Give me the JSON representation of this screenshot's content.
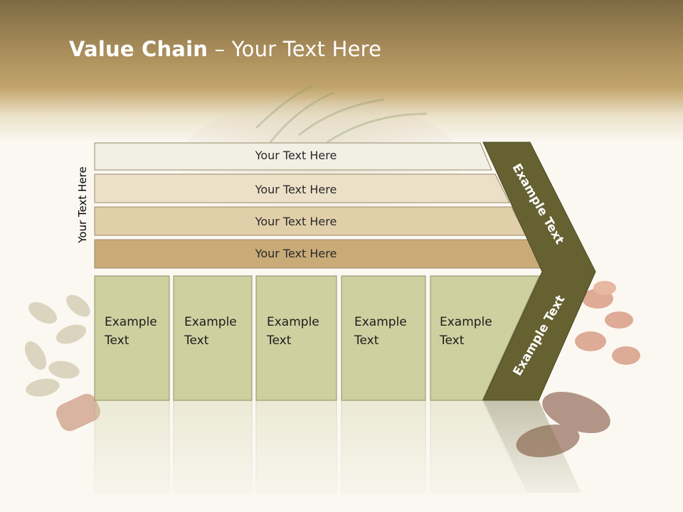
{
  "slide": {
    "title_bold": "Value Chain",
    "title_rest": " – Your Text Here",
    "side_label": "Your Text Here",
    "support_rows": [
      {
        "label": "Your Text Here",
        "color": "#f2efe5"
      },
      {
        "label": "Your Text Here",
        "color": "#ece1c8"
      },
      {
        "label": "Your Text Here",
        "color": "#e1cfaa"
      },
      {
        "label": "Your Text Here",
        "color": "#c9ab78"
      }
    ],
    "primary_cells": [
      {
        "line1": "Example",
        "line2": "Text"
      },
      {
        "line1": "Example",
        "line2": "Text"
      },
      {
        "line1": "Example",
        "line2": "Text"
      },
      {
        "line1": "Example",
        "line2": "Text"
      },
      {
        "line1": "Example",
        "line2": "Text"
      }
    ],
    "chevron_upper_label": "Example Text",
    "chevron_lower_label": "Example Text"
  },
  "colors": {
    "chevron": "#656131",
    "cell_fill": "#cfd0a0",
    "title_band": "#a88c5a"
  }
}
